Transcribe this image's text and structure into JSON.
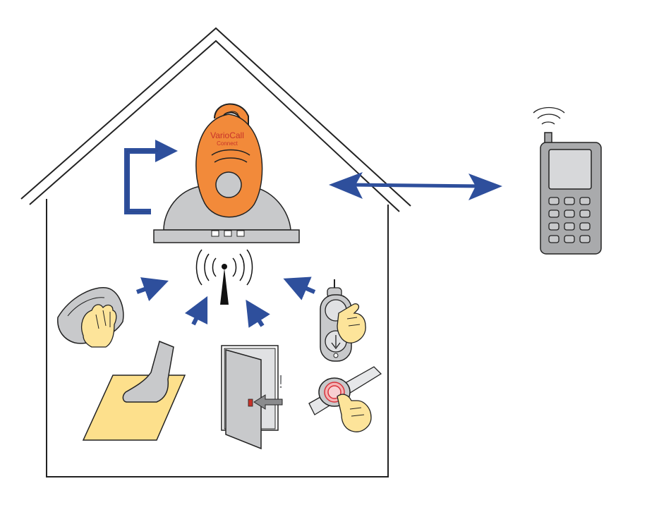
{
  "device": {
    "brand_line1": "VarioCall",
    "brand_line2": "Connect"
  },
  "door_alert": {
    "mark": "!"
  },
  "colors": {
    "arrow_blue": "#2e4f9c",
    "device_orange": "#f28a3a",
    "base_gray": "#c8c9cb",
    "hand_yellow": "#fde49a",
    "mat_yellow": "#fde08c",
    "outline": "#222222",
    "brand_text": "#c8332a"
  },
  "icons": [
    "house-outline",
    "variocall-connect-device-icon",
    "charging-base-icon",
    "radio-antenna-icon",
    "mobile-phone-icon",
    "bidirectional-arrow-icon",
    "pressure-pad-hand-icon",
    "floor-mat-foot-icon",
    "door-contact-icon",
    "pendant-remote-icon",
    "wrist-button-icon"
  ]
}
